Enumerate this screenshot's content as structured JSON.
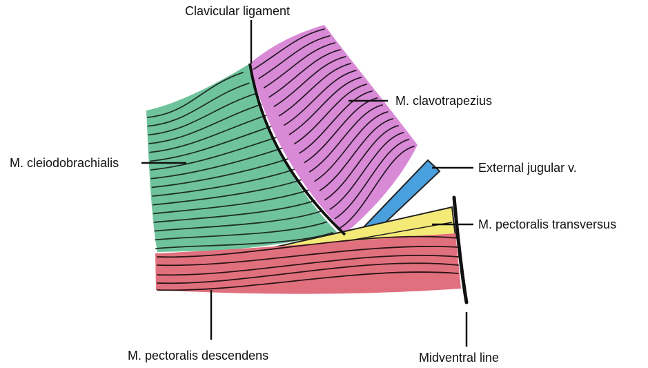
{
  "labels": {
    "clavicular_ligament": "Clavicular ligament",
    "clavotrapezius": "M. clavotrapezius",
    "cleidobrachialis": "M. cleiodobrachialis",
    "external_jugular": "External jugular v.",
    "pectoralis_transversus": "M. pectoralis transversus",
    "pectoralis_descendens": "M. pectoralis descendens",
    "midventral_line": "Midventral line"
  },
  "colors": {
    "cleidobrachialis": "#6fc39c",
    "clavotrapezius": "#d98ad6",
    "external_jugular": "#4a9fdd",
    "pectoralis_transversus": "#f4ea78",
    "pectoralis_descendens": "#e0707e",
    "outline": "#111111"
  }
}
